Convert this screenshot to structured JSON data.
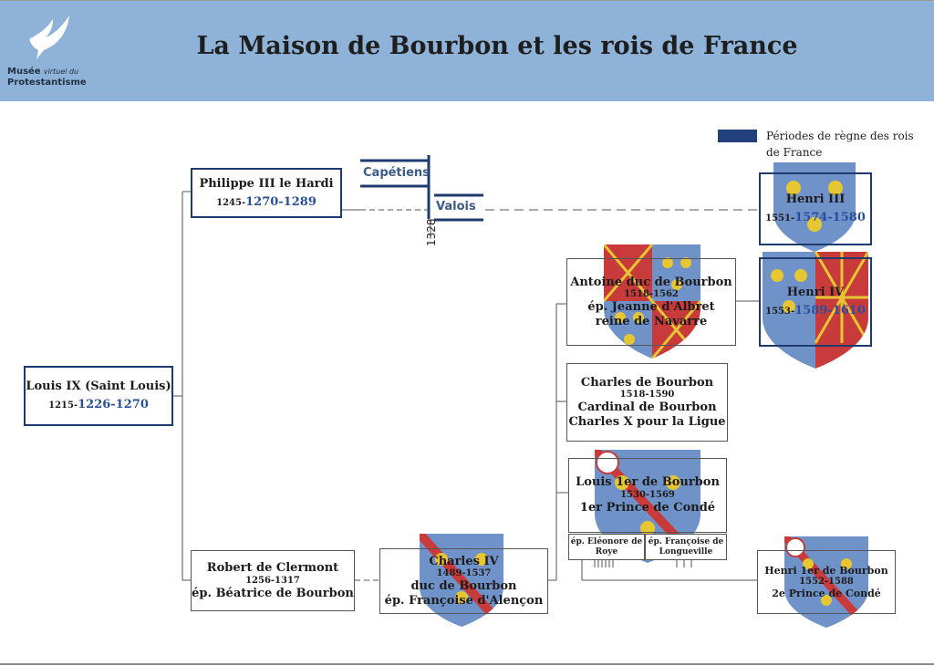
{
  "header": {
    "title": "La Maison de Bourbon et les rois de France",
    "logo": {
      "line1_bold": "Musée",
      "line1_small": "virtuel du",
      "line2": "Protestantisme",
      "icon": "dove-icon"
    }
  },
  "legend": {
    "text": "Périodes de règne des rois de France",
    "color": "#22407e"
  },
  "dynasties": {
    "capetiens": "Capétiens",
    "valois": "Valois",
    "year": "1328"
  },
  "people": {
    "louis9": {
      "name": "Louis IX (Saint Louis)",
      "birth": "1215-",
      "reign": "1226-1270"
    },
    "philippe3": {
      "name": "Philippe III le Hardi",
      "birth": "1245-",
      "reign": "1270-1289"
    },
    "robert": {
      "name": "Robert de Clermont",
      "dates": "1256-1317",
      "desc": "ép. Béatrice de Bourbon"
    },
    "charles4": {
      "name": "Charles IV",
      "dates": "1489-1537",
      "desc1": "duc de Bourbon",
      "desc2": "ép. Françoise d'Alençon"
    },
    "antoine": {
      "name": "Antoine duc de Bourbon",
      "dates": "1518-1562",
      "desc1": "ép. Jeanne d'Albret",
      "desc2": "reine de Navarre"
    },
    "charlesb": {
      "name": "Charles de Bourbon",
      "dates": "1518-1590",
      "desc1": "Cardinal de Bourbon",
      "desc2": "Charles X pour la Ligue"
    },
    "louis1": {
      "name": "Louis 1er de Bourbon",
      "dates": "1530-1569",
      "desc": "1er Prince de Condé",
      "spouse1": "ép. Eléonore de Roye",
      "spouse2": "ép. Françoise de Longueville"
    },
    "henri3": {
      "name": "Henri III",
      "birth": "1551-",
      "reign": "1574-1580"
    },
    "henri4": {
      "name": "Henri IV",
      "birth": "1553-",
      "reign": "1589-1610"
    },
    "henri1": {
      "name": "Henri 1er de Bourbon",
      "dates": "1552-1588",
      "desc": "2e Prince de Condé"
    }
  },
  "colors": {
    "header_bg": "#8fb3d8",
    "reign_text": "#2b4f9b",
    "box_border": "#1f3a6e",
    "shield_blue": "#6f93c9",
    "fleur_gold": "#e6c733",
    "navarre_red": "#c93a3a"
  }
}
